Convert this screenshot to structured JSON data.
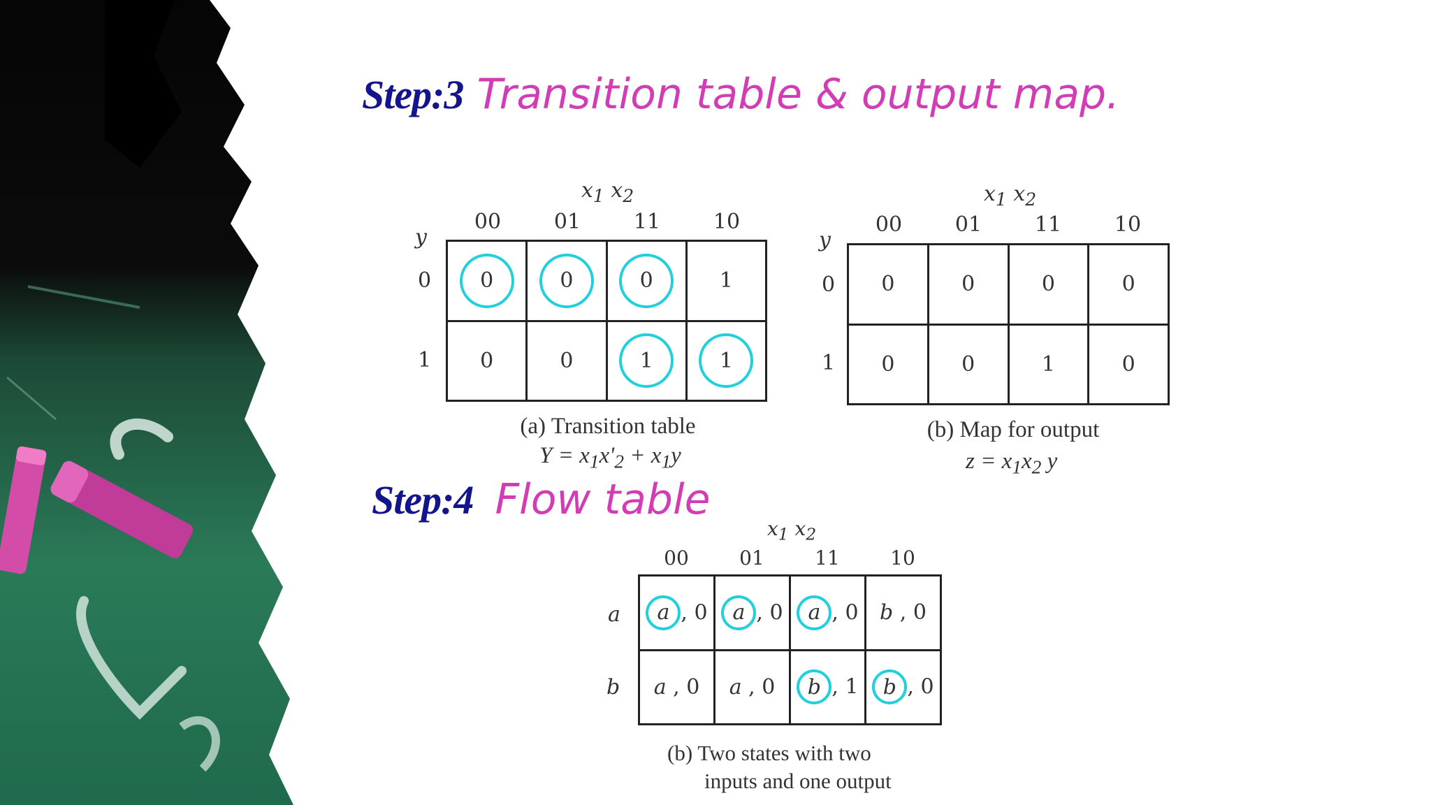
{
  "step3": {
    "label": "Step:3",
    "title": "Transition table & output map."
  },
  "step4": {
    "label": "Step:4",
    "title": "Flow table"
  },
  "transition_table": {
    "var_header": "x1 x2",
    "row_var": "y",
    "columns": [
      "00",
      "01",
      "11",
      "10"
    ],
    "rows": [
      {
        "label": "0",
        "cells": [
          {
            "value": "0",
            "circled": true
          },
          {
            "value": "0",
            "circled": true
          },
          {
            "value": "0",
            "circled": true
          },
          {
            "value": "1",
            "circled": false
          }
        ]
      },
      {
        "label": "1",
        "cells": [
          {
            "value": "0",
            "circled": false
          },
          {
            "value": "0",
            "circled": false
          },
          {
            "value": "1",
            "circled": true
          },
          {
            "value": "1",
            "circled": true
          }
        ]
      }
    ],
    "caption": "(a) Transition table",
    "equation": "Y = x1x'2 + x1y"
  },
  "output_map": {
    "var_header": "x1 x2",
    "row_var": "y",
    "columns": [
      "00",
      "01",
      "11",
      "10"
    ],
    "rows": [
      {
        "label": "0",
        "cells": [
          "0",
          "0",
          "0",
          "0"
        ]
      },
      {
        "label": "1",
        "cells": [
          "0",
          "0",
          "1",
          "0"
        ]
      }
    ],
    "caption": "(b) Map for output",
    "equation": "z = x1x2 y"
  },
  "flow_table": {
    "var_header": "x1 x2",
    "columns": [
      "00",
      "01",
      "11",
      "10"
    ],
    "rows": [
      {
        "label": "a",
        "cells": [
          {
            "state": "a",
            "out": "0",
            "stable": true
          },
          {
            "state": "a",
            "out": "0",
            "stable": true
          },
          {
            "state": "a",
            "out": "0",
            "stable": true
          },
          {
            "state": "b",
            "out": "0",
            "stable": false
          }
        ]
      },
      {
        "label": "b",
        "cells": [
          {
            "state": "a",
            "out": "0",
            "stable": false
          },
          {
            "state": "a",
            "out": "0",
            "stable": false
          },
          {
            "state": "b",
            "out": "1",
            "stable": true
          },
          {
            "state": "b",
            "out": "0",
            "stable": true
          }
        ]
      }
    ],
    "caption_line1": "(b) Two states with two",
    "caption_line2": "inputs and one output"
  },
  "colors": {
    "step_label": "#14148c",
    "step_title": "#d23cb4",
    "circle": "#22d0dd",
    "chalkboard": "#1f6a4c"
  }
}
